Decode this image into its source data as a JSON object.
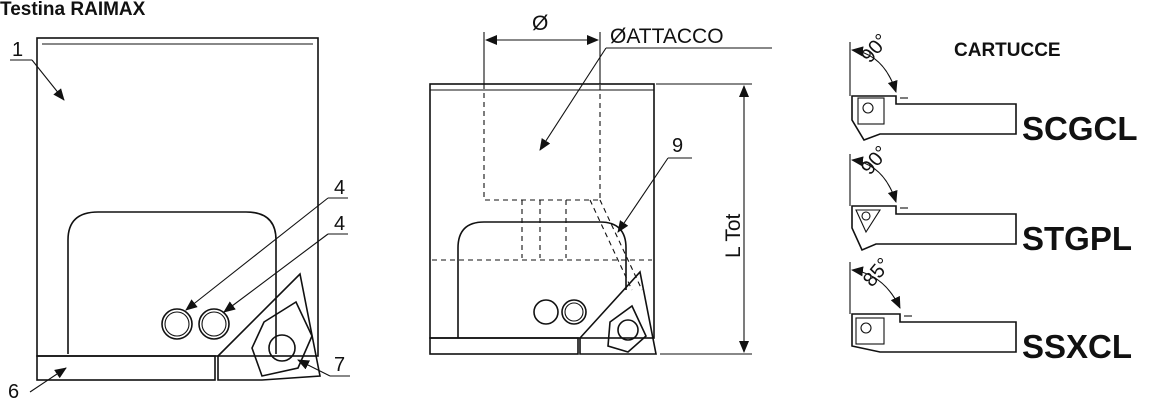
{
  "title": "Testina RAIMAX",
  "labels": {
    "part_1": "1",
    "part_4a": "4",
    "part_4b": "4",
    "part_6": "6",
    "part_7": "7",
    "part_9": "9",
    "diameter": "Ø",
    "diameter_attacco": "ØATTACCO",
    "length_total": "L Tot"
  },
  "cartridges": {
    "header": "CARTUCCE",
    "items": [
      {
        "name": "SCGCL",
        "angle": "90°"
      },
      {
        "name": "STGPL",
        "angle": "90°"
      },
      {
        "name": "SSXCL",
        "angle": "85°"
      }
    ]
  }
}
